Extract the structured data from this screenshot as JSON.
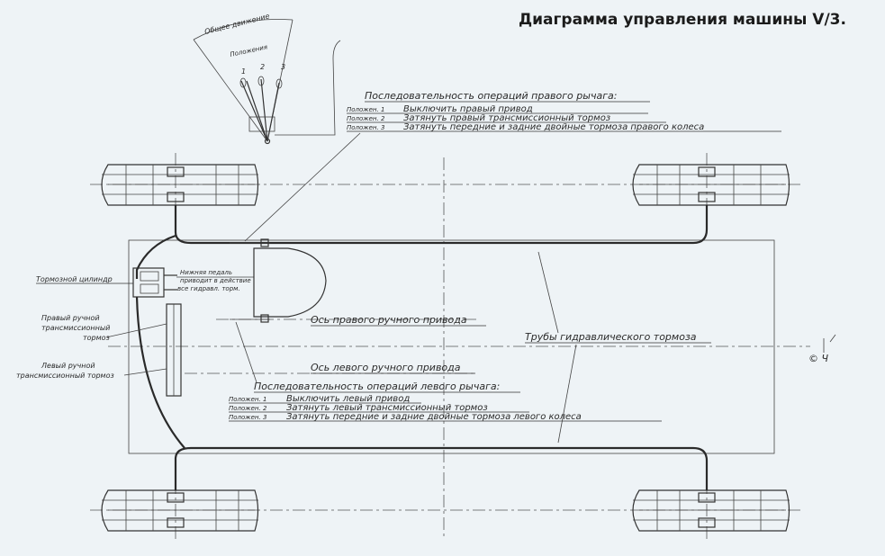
{
  "title": "Диаграмма управления машины V/3.",
  "lever_labels": {
    "general_motion": "Общее движение",
    "positions": "Положения",
    "pos1": "1",
    "pos2": "2",
    "pos3": "3"
  },
  "right_lever": {
    "heading": "Последовательность операций правого рычага:",
    "steps": [
      {
        "pos": "Положен. 1",
        "text": "Выключить правый привод"
      },
      {
        "pos": "Положен. 2",
        "text": "Затянуть правый трансмиссионный тормоз"
      },
      {
        "pos": "Положен. 3",
        "text": "Затянуть передние и задние двойные тормоза правого колеса"
      }
    ]
  },
  "left_lever": {
    "heading": "Последовательность операций левого рычага:",
    "steps": [
      {
        "pos": "Положен. 1",
        "text": "Выключить левый привод"
      },
      {
        "pos": "Положен. 2",
        "text": "Затянуть левый трансмиссионный тормоз"
      },
      {
        "pos": "Положен. 3",
        "text": "Затянуть передние и задние двойные тормоза левого колеса"
      }
    ]
  },
  "labels": {
    "brake_cylinder": "Тормозной цилиндр",
    "pedal_line1": "Нижняя педаль",
    "pedal_line2": "приводит в действие",
    "pedal_line3": "все гидравл. торм.",
    "right_trans_brake_1": "Правый ручной",
    "right_trans_brake_2": "трансмиссионный",
    "right_trans_brake_3": "тормоз",
    "left_trans_brake_1": "Левый ручной",
    "left_trans_brake_2": "трансмиссионный тормоз",
    "right_axis": "Ось правого ручного привода",
    "left_axis": "Ось левого ручного привода",
    "pipes": "Трубы гидравлического тормоза",
    "copyright": "© Ч"
  }
}
